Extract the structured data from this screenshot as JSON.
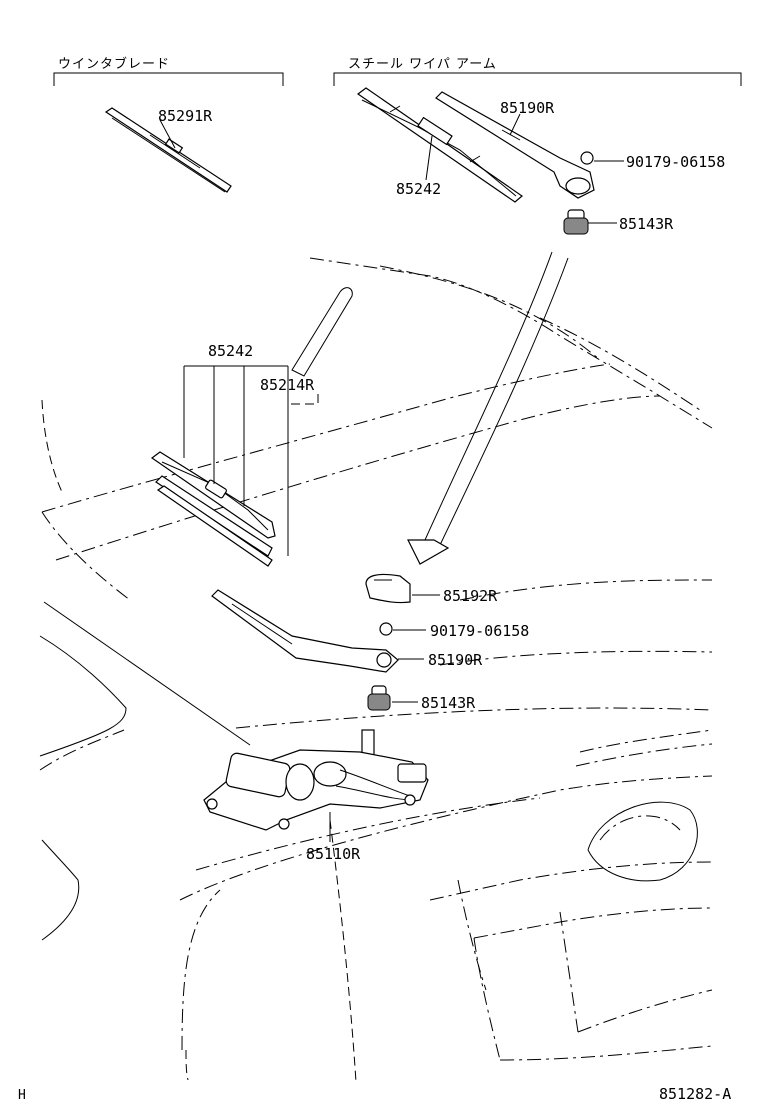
{
  "headers": {
    "blade_group": "ウインタブレード",
    "arm_group": "スチール ワイパ アーム"
  },
  "labels": {
    "p85291R": "85291R",
    "p85190R_top": "85190R",
    "p90179_top": "90179-06158",
    "p85242_top": "85242",
    "p85143R_top": "85143R",
    "p85242_mid": "85242",
    "p85214R": "85214R",
    "p85192R": "85192R",
    "p90179_mid": "90179-06158",
    "p85190R_mid": "85190R",
    "p85143R_mid": "85143R",
    "p85110R": "85110R"
  },
  "footer": {
    "left": "H",
    "code": "851282-A"
  }
}
